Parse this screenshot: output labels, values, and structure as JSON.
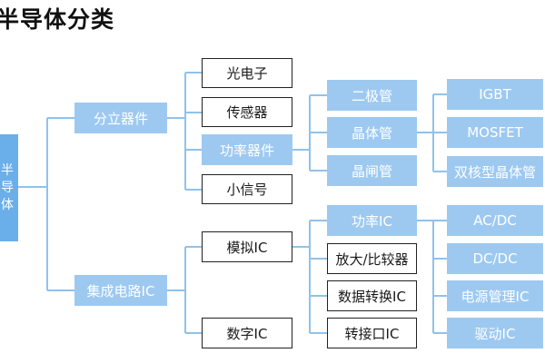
{
  "title": "半导体分类",
  "root": {
    "chars": [
      "半",
      "导",
      "体"
    ]
  },
  "level1": {
    "discrete": "分立器件",
    "ic": "集成电路IC"
  },
  "discrete_children": {
    "optoelectronic": "光电子",
    "sensor": "传感器",
    "power": "功率器件",
    "small_signal": "小信号"
  },
  "power_children": {
    "diode": "二极管",
    "transistor": "晶体管",
    "thyristor": "晶闸管"
  },
  "transistor_children": {
    "igbt": "IGBT",
    "mosfet": "MOSFET",
    "bjt": "双核型晶体管"
  },
  "ic_children": {
    "analog": "模拟IC",
    "digital": "数字IC"
  },
  "analog_children": {
    "power_ic": "功率IC",
    "amp_comparator": "放大/比较器",
    "data_converter": "数据转换IC",
    "interface": "转接口IC"
  },
  "power_ic_children": {
    "ac_dc": "AC/DC",
    "dc_dc": "DC/DC",
    "pmic": "电源管理IC",
    "driver": "驱动IC"
  },
  "colors": {
    "connector": "#8fc2ec",
    "light_box": "#9dc9f1",
    "root_box": "#6aaeea",
    "outline": "#222222"
  }
}
